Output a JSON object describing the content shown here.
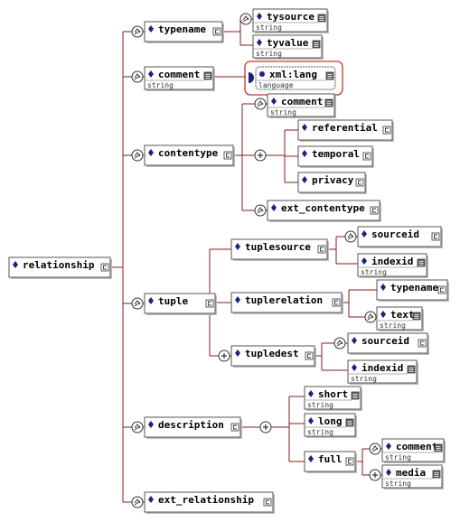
{
  "colors": {
    "line": "#8b1a1a",
    "box_border": "#555555",
    "box_fill": "#ffffff",
    "diamond": "#1a237e",
    "expand_fill": "#666666",
    "highlight": "#c0392b",
    "sub_text": "#333333"
  },
  "nodes": {
    "relationship": {
      "label": "relationship"
    },
    "typename": {
      "label": "typename"
    },
    "tysource": {
      "label": "tysource",
      "type": "string"
    },
    "tyvalue": {
      "label": "tyvalue",
      "type": "string"
    },
    "comment": {
      "label": "comment",
      "type": "string"
    },
    "xmllang": {
      "label": "xml:lang",
      "type": "language",
      "kind": "attribute"
    },
    "contentype": {
      "label": "contentype"
    },
    "ct_comment": {
      "label": "comment",
      "type": "string"
    },
    "referential": {
      "label": "referential"
    },
    "temporal": {
      "label": "temporal"
    },
    "privacy": {
      "label": "privacy"
    },
    "ext_contentype": {
      "label": "ext_contentype"
    },
    "tuple": {
      "label": "tuple"
    },
    "tuplesource": {
      "label": "tuplesource"
    },
    "ts_sourceid": {
      "label": "sourceid"
    },
    "ts_indexid": {
      "label": "indexid",
      "type": "string"
    },
    "tuplerelation": {
      "label": "tuplerelation"
    },
    "tr_typename": {
      "label": "typename"
    },
    "tr_text": {
      "label": "text",
      "type": "string"
    },
    "tupledest": {
      "label": "tupledest"
    },
    "td_sourceid": {
      "label": "sourceid"
    },
    "td_indexid": {
      "label": "indexid",
      "type": "string"
    },
    "description": {
      "label": "description"
    },
    "short": {
      "label": "short",
      "type": "string"
    },
    "long": {
      "label": "long",
      "type": "string"
    },
    "full": {
      "label": "full"
    },
    "full_comment": {
      "label": "comment",
      "type": "string"
    },
    "media": {
      "label": "media",
      "type": "string"
    },
    "ext_relationship": {
      "label": "ext_relationship"
    }
  }
}
